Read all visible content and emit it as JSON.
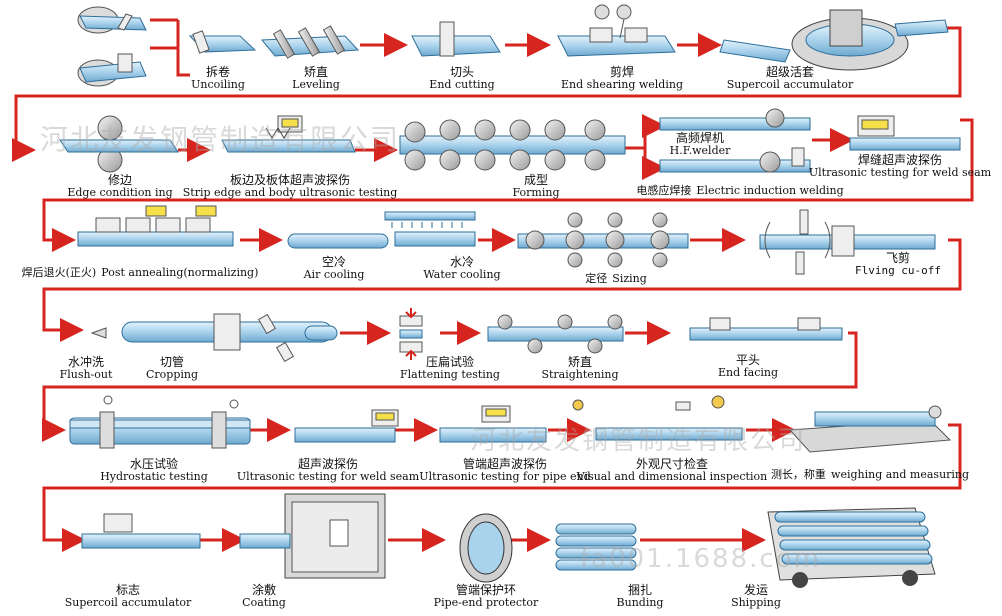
{
  "colors": {
    "flow": "#d6251e",
    "pipe": "#b9dcef",
    "pipe_stroke": "#2e6e9a",
    "machine": "#e2e2e2",
    "label_box": "#f6e04a"
  },
  "steps": [
    {
      "zh": "拆卷",
      "en": "Uncoiling"
    },
    {
      "zh": "矫直",
      "en": "Leveling"
    },
    {
      "zh": "切头",
      "en": "End cutting"
    },
    {
      "zh": "剪焊",
      "en": "End shearing welding"
    },
    {
      "zh": "超级活套",
      "en": "Supercoil accumulator"
    },
    {
      "zh": "修边",
      "en": "Edge condition ing"
    },
    {
      "zh": "板边及板体超声波探伤",
      "en": "Strip edge and body ultrasonic testing"
    },
    {
      "zh": "成型",
      "en": "Forming"
    },
    {
      "zh": "高频焊机",
      "en": "H.F.welder"
    },
    {
      "zh": "电感应焊接",
      "en": "Electric induction welding"
    },
    {
      "zh": "焊缝超声波探伤",
      "en": "Ultrasonic testing for weld seam"
    },
    {
      "zh": "焊后退火(正火)",
      "en": "Post annealing(normalizing)"
    },
    {
      "zh": "空冷",
      "en": "Air cooling"
    },
    {
      "zh": "水冷",
      "en": "Water cooling"
    },
    {
      "zh": "定径",
      "en": "Sizing"
    },
    {
      "zh": "飞剪",
      "en": "Flving cu-off"
    },
    {
      "zh": "水冲洗",
      "en": "Flush-out"
    },
    {
      "zh": "切管",
      "en": "Cropping"
    },
    {
      "zh": "压扁试验",
      "en": "Flattening testing"
    },
    {
      "zh": "矫直",
      "en": "Straightening"
    },
    {
      "zh": "平头",
      "en": "End facing"
    },
    {
      "zh": "水压试验",
      "en": "Hydrostatic testing"
    },
    {
      "zh": "超声波探伤",
      "en": "Ultrasonic testing for weld seam"
    },
    {
      "zh": "管端超声波探伤",
      "en": "Ultrasonic testing for pipe end"
    },
    {
      "zh": "外观尺寸检查",
      "en": "Visual and dimensional inspection"
    },
    {
      "zh": "测长，称重",
      "en": "weighing and measuring"
    },
    {
      "zh": "标志",
      "en": "Supercoil accumulator"
    },
    {
      "zh": "涂敷",
      "en": "Coating"
    },
    {
      "zh": "管端保护环",
      "en": "Pipe-end protector"
    },
    {
      "zh": "捆扎",
      "en": "Bunding"
    },
    {
      "zh": "发运",
      "en": "Shipping"
    }
  ],
  "watermarks": [
    "河北友发钢管制造有限公司",
    "河北友发钢管制造有限公司",
    "fa001.1688.com"
  ]
}
